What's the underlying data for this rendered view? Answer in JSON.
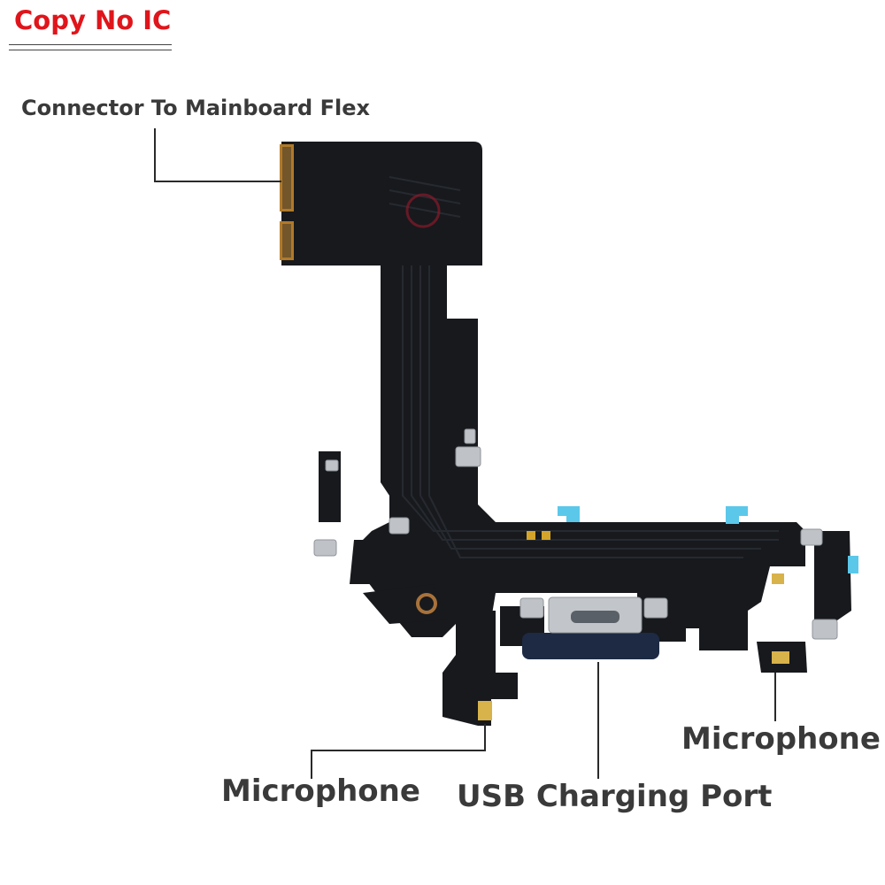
{
  "tag": {
    "text": "Copy No IC",
    "color": "#e0151b"
  },
  "labels": {
    "connector": "Connector To Mainboard Flex",
    "microphone_left": "Microphone",
    "usb_port": "USB Charging Port",
    "microphone_right": "Microphone"
  },
  "colors": {
    "flex": "#17191d",
    "flex_trace": "#262a30",
    "contacts": "#b07a2a",
    "bracket": "#bfc3c8",
    "port_housing": "#1e2a44",
    "tape": "#5bc8ea",
    "callout_line": "#2a2a2a"
  }
}
